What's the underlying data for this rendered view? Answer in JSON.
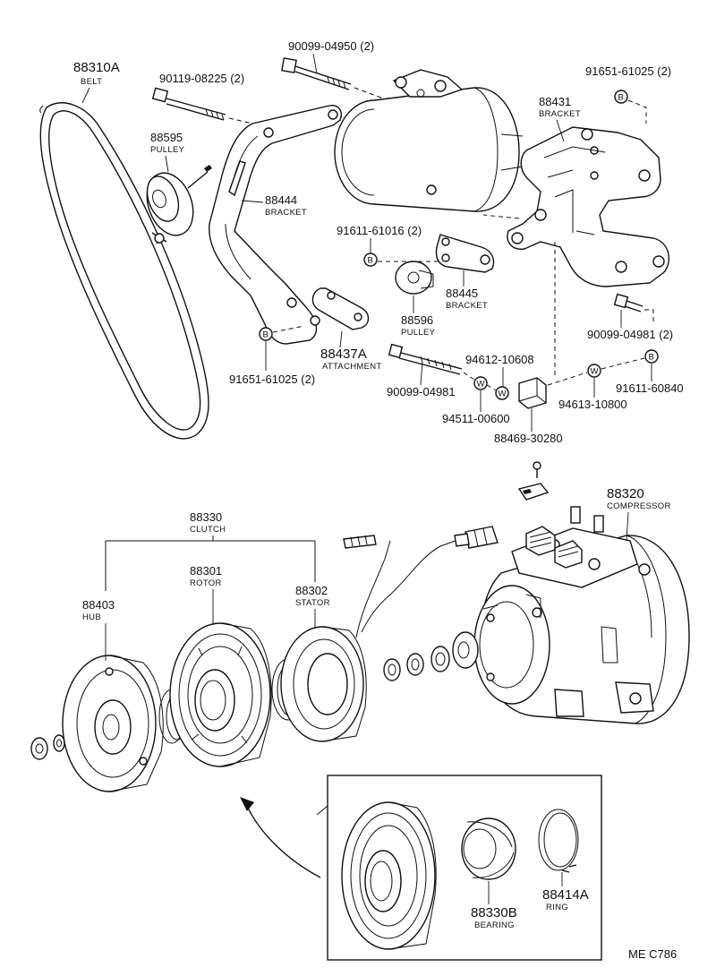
{
  "parts": {
    "belt": {
      "num": "88310A",
      "name": "BELT"
    },
    "pulley_idler": {
      "num": "88595",
      "name": "PULLEY"
    },
    "bolt_a": {
      "num": "90119-08225 (2)"
    },
    "bolt_b": {
      "num": "90099-04950 (2)"
    },
    "bracket_front": {
      "num": "88444",
      "name": "BRACKET"
    },
    "bracket_main": {
      "num": "88431",
      "name": "BRACKET"
    },
    "nut_top": {
      "num": "91651-61025 (2)",
      "symbol": "B"
    },
    "nut_mid": {
      "num": "91611-61016 (2)",
      "symbol": "B"
    },
    "bracket_small": {
      "num": "88445",
      "name": "BRACKET"
    },
    "pulley_small": {
      "num": "88596",
      "name": "PULLEY"
    },
    "attachment": {
      "num": "88437A",
      "name": "ATTACHMENT"
    },
    "nut_low": {
      "num": "91651-61025 (2)",
      "symbol": "B"
    },
    "bolt_c": {
      "num": "90099-04981"
    },
    "bolt_d": {
      "num": "90099-04981 (2)"
    },
    "washer_a": {
      "num": "94612-10608",
      "symbol": "W"
    },
    "washer_b": {
      "num": "94511-00600",
      "symbol": "W"
    },
    "washer_c": {
      "num": "94613-10800",
      "symbol": "W"
    },
    "nut_right": {
      "num": "91611-60840",
      "symbol": "B"
    },
    "block": {
      "num": "88469-30280"
    },
    "compressor": {
      "num": "88320",
      "name": "COMPRESSOR"
    },
    "clutch": {
      "num": "88330",
      "name": "CLUTCH"
    },
    "rotor": {
      "num": "88301",
      "name": "ROTOR"
    },
    "stator": {
      "num": "88302",
      "name": "STATOR"
    },
    "hub": {
      "num": "88403",
      "name": "HUB"
    },
    "bearing": {
      "num": "88330B",
      "name": "BEARING"
    },
    "ring": {
      "num": "88414A",
      "name": "RING"
    }
  },
  "footer_code": "ME  C786"
}
